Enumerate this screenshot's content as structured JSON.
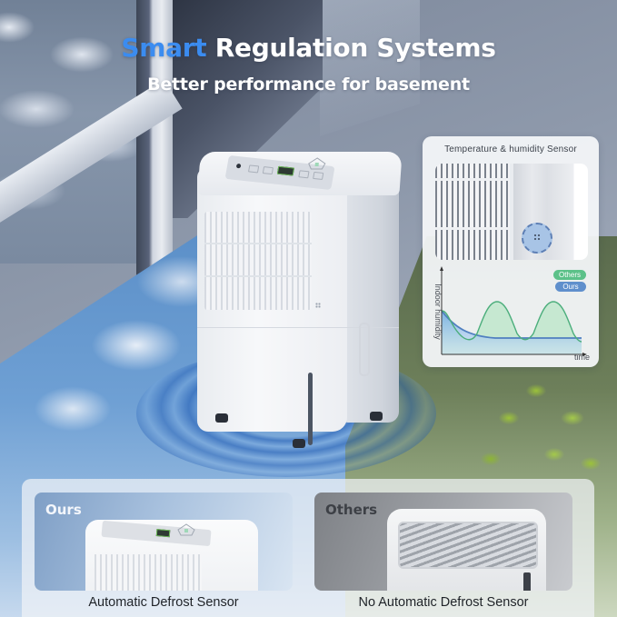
{
  "headline": {
    "accent_word": "Smart",
    "rest": " Regulation Systems",
    "subtitle": "Better performance for basement"
  },
  "colors": {
    "accent_blue": "#3b8cf0",
    "others_green": "#5cc189",
    "ours_blue": "#5f8fcc",
    "headline_white": "#ffffff"
  },
  "sensor_card": {
    "title": "Temperature & humidity Sensor",
    "sensor_icon": "sensor-dots-icon",
    "chart": {
      "y_label": "Indoor humidity",
      "x_label": "time",
      "legend": [
        {
          "name": "Others",
          "color": "#5cc189"
        },
        {
          "name": "Ours",
          "color": "#5f8fcc"
        }
      ]
    }
  },
  "comparison": {
    "ours": {
      "title": "Ours",
      "caption": "Automatic Defrost Sensor"
    },
    "others": {
      "title": "Others",
      "caption": "No Automatic Defrost Sensor"
    }
  },
  "chart_data": {
    "type": "line",
    "title": "",
    "xlabel": "time",
    "ylabel": "Indoor humidity",
    "legend_position": "top-right",
    "grid": false,
    "axis_ticks": false,
    "x": [
      0,
      1,
      2,
      3,
      4,
      5,
      6,
      7,
      8,
      9,
      10
    ],
    "series": [
      {
        "name": "Others",
        "color": "#5cc189",
        "shape": "oscillating sine wave, periodic rises above and dips below Ours level",
        "values": [
          0.75,
          0.3,
          0.3,
          0.75,
          0.3,
          0.3,
          0.75,
          0.3,
          0.3,
          0.75,
          0.3
        ]
      },
      {
        "name": "Ours",
        "color": "#5f8fcc",
        "shape": "exponential decay then flat, stable level",
        "values": [
          0.75,
          0.55,
          0.45,
          0.42,
          0.42,
          0.42,
          0.42,
          0.42,
          0.42,
          0.42,
          0.42
        ]
      }
    ],
    "ylim": [
      0,
      1
    ],
    "note": "Qualitative illustration, no numeric ticks shown"
  }
}
